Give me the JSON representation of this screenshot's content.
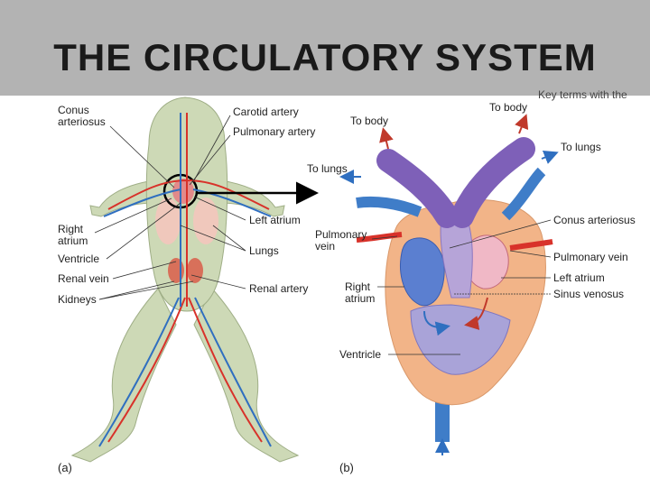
{
  "slide": {
    "title": "THE CIRCULATORY SYSTEM",
    "top_note": "Key terms with the"
  },
  "panel_a": {
    "tag": "(a)",
    "labels": {
      "conus_arteriosus": "Conus arteriosus",
      "carotid_artery": "Carotid artery",
      "pulmonary_artery": "Pulmonary artery",
      "right_atrium": "Right atrium",
      "left_atrium": "Left atrium",
      "lungs": "Lungs",
      "ventricle": "Ventricle",
      "renal_vein": "Renal vein",
      "renal_artery": "Renal artery",
      "kidneys": "Kidneys"
    }
  },
  "panel_b": {
    "tag": "(b)",
    "labels": {
      "to_body_left": "To body",
      "to_body_right": "To body",
      "to_lungs_left": "To lungs",
      "to_lungs_right": "To lungs",
      "pulmonary_vein_left": "Pulmonary vein",
      "right_atrium": "Right atrium",
      "ventricle": "Ventricle",
      "conus_arteriosus": "Conus arteriosus",
      "pulmonary_vein_right": "Pulmonary vein",
      "left_atrium": "Left atrium",
      "sinus_venosus": "Sinus venosus"
    }
  },
  "colors": {
    "title_bar": "#b3b3b3",
    "artery": "#d8322a",
    "vein": "#2f6fc0",
    "heart_outer": "#f2b488",
    "body": "#cdd9b6"
  }
}
